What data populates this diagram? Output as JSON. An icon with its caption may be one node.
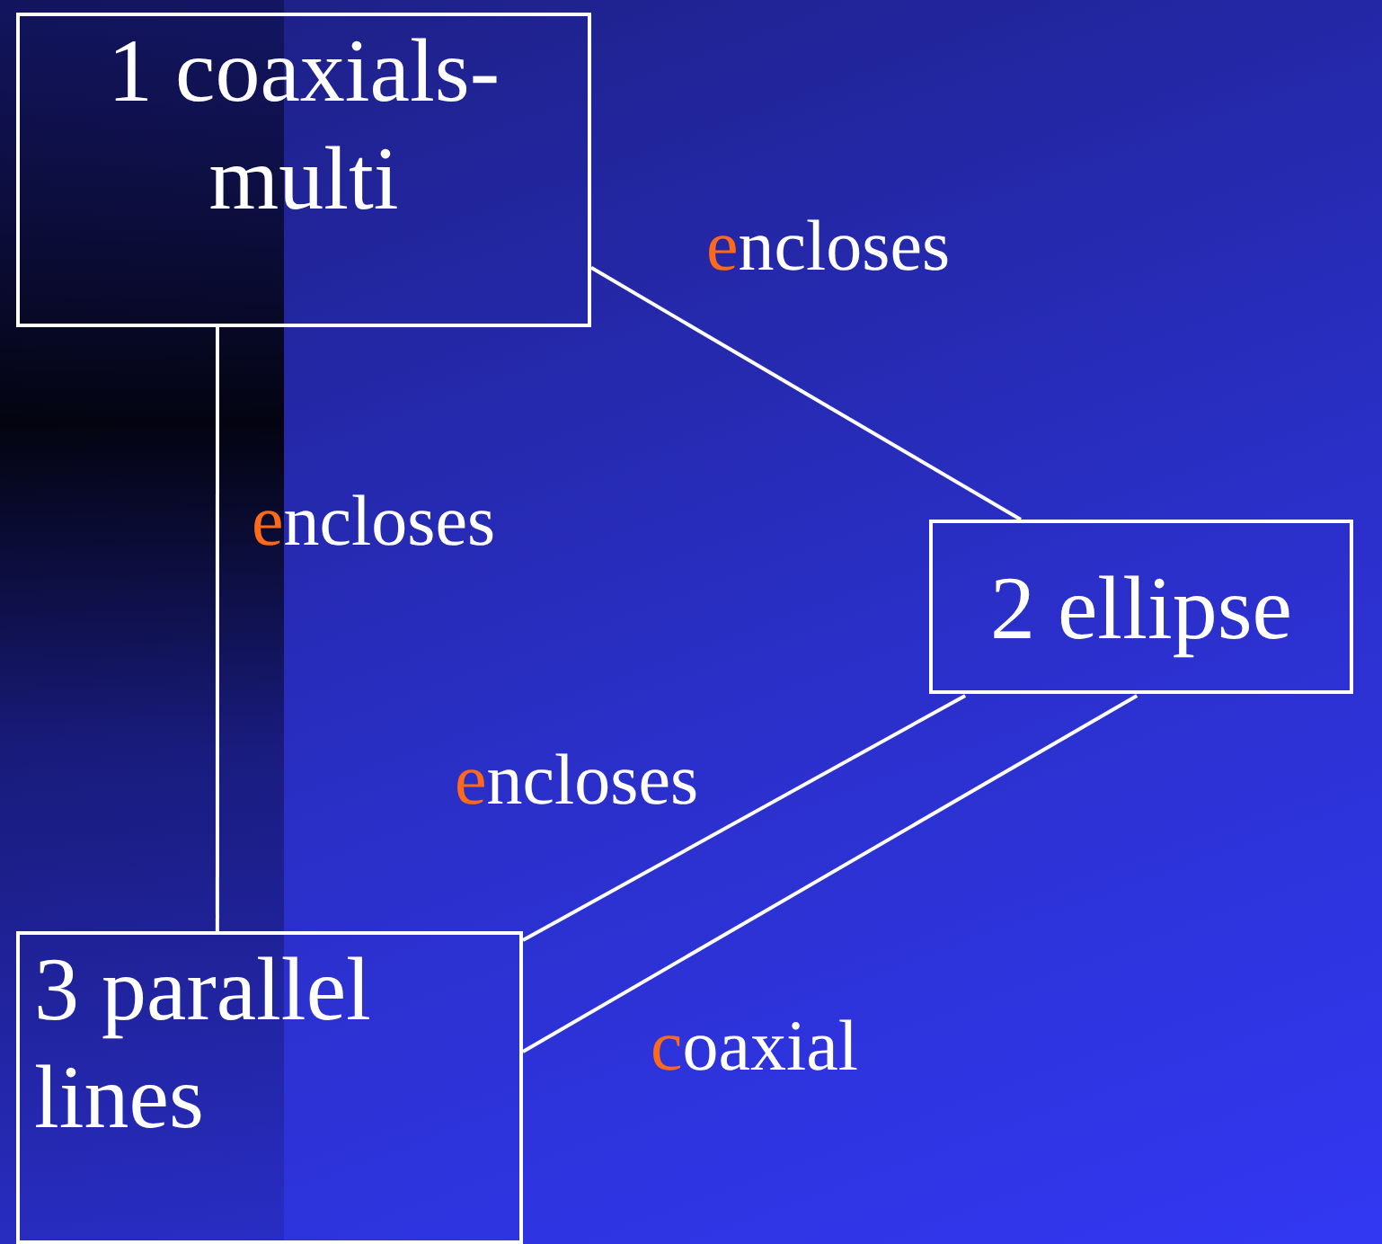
{
  "diagram": {
    "nodes": [
      {
        "text": [
          "1 coaxials-multi"
        ]
      },
      {
        "text": [
          "2 ellipse"
        ]
      },
      {
        "text": [
          "3 parallel lines"
        ]
      }
    ],
    "edges": [
      {
        "from": 0,
        "to": 1,
        "arrow": "none",
        "label": "encloses"
      },
      {
        "from": 0,
        "to": 2,
        "arrow": "none",
        "label": "encloses"
      },
      {
        "from": 1,
        "to": 2,
        "arrow": "none",
        "label": "encloses"
      },
      {
        "from": 1,
        "to": 2,
        "arrow": "none",
        "label": "coaxial"
      }
    ]
  }
}
